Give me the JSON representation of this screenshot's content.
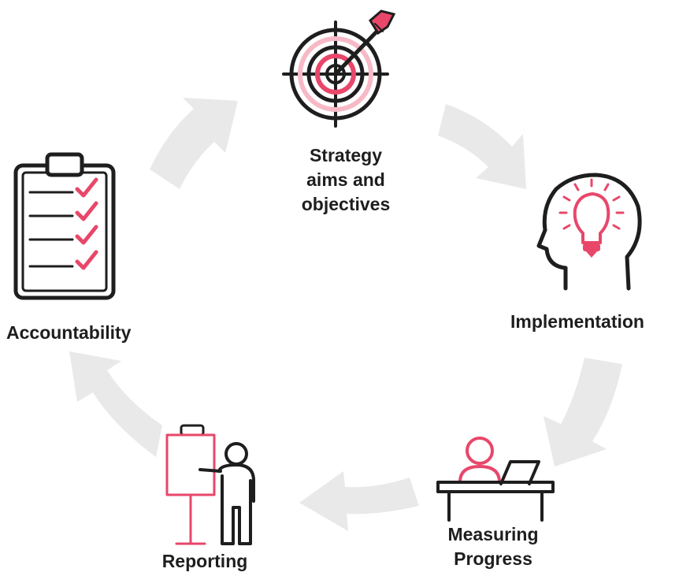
{
  "diagram": {
    "type": "cycle",
    "stages": [
      {
        "id": "strategy",
        "lines": [
          "Strategy",
          "aims and",
          "objectives"
        ],
        "icon": "target-dart-icon"
      },
      {
        "id": "implementation",
        "lines": [
          "Implementation"
        ],
        "icon": "head-lightbulb-icon"
      },
      {
        "id": "measuring",
        "lines": [
          "Measuring",
          "Progress"
        ],
        "icon": "person-laptop-desk-icon"
      },
      {
        "id": "reporting",
        "lines": [
          "Reporting"
        ],
        "icon": "presenter-flipchart-icon"
      },
      {
        "id": "accountability",
        "lines": [
          "Accountability"
        ],
        "icon": "clipboard-checklist-icon"
      }
    ],
    "colors": {
      "accent": "#e8476a",
      "accent_soft": "#f7b9c6",
      "ink": "#1e1e1e",
      "arrow": "#e9e9e9"
    }
  }
}
